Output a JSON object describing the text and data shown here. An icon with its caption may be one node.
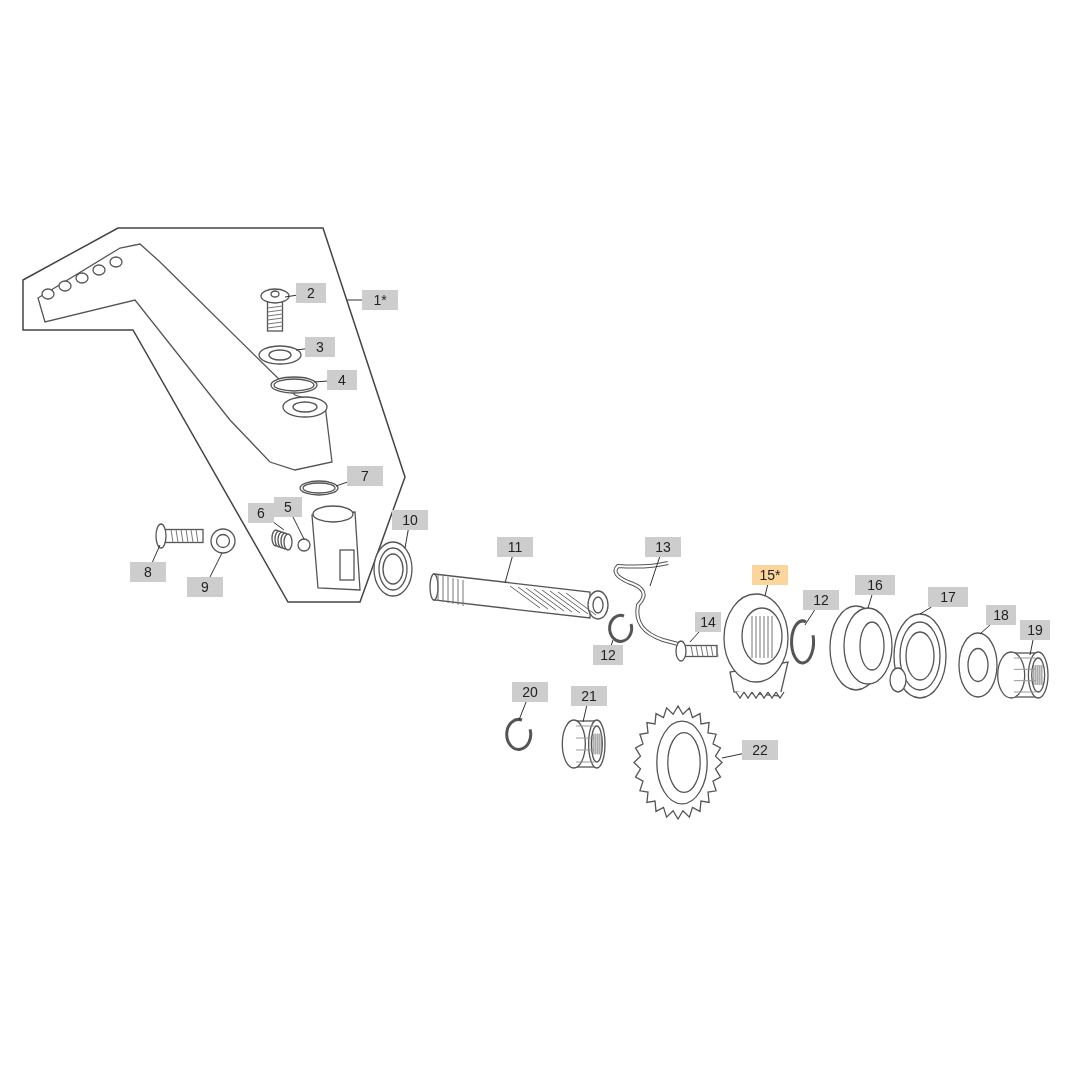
{
  "diagram": {
    "nodes": [
      {
        "text": [],
        "shape": "picture"
      },
      {
        "text": [
          "1*"
        ]
      },
      {
        "text": [
          "2"
        ],
        "in": 0
      },
      {
        "text": [
          "3"
        ],
        "in": 0
      },
      {
        "text": [
          "4"
        ],
        "in": 0
      },
      {
        "text": [
          "5"
        ],
        "in": 0
      },
      {
        "text": [
          "6"
        ],
        "in": 0
      },
      {
        "text": [
          "7"
        ],
        "in": 0
      },
      {
        "text": [
          "8"
        ]
      },
      {
        "text": [
          "9"
        ]
      },
      {
        "text": [
          "10"
        ]
      },
      {
        "text": [
          "11"
        ]
      },
      {
        "text": [
          "12"
        ]
      },
      {
        "text": [
          "13"
        ]
      },
      {
        "text": [
          "14"
        ]
      },
      {
        "text": [
          "15*"
        ]
      },
      {
        "text": [
          "12"
        ]
      },
      {
        "text": [
          "16"
        ]
      },
      {
        "text": [
          "17"
        ]
      },
      {
        "text": [
          "18"
        ]
      },
      {
        "text": [
          "19"
        ]
      },
      {
        "text": [
          "20"
        ]
      },
      {
        "text": [
          "21"
        ]
      },
      {
        "text": [
          "22"
        ]
      },
      {
        "text": [],
        "shape": "picture",
        "in": 0
      },
      {
        "text": [],
        "shape": "picture",
        "in": 0
      },
      {
        "text": [],
        "shape": "picture",
        "in": 0
      },
      {
        "text": [],
        "shape": "circle",
        "in": 0
      },
      {
        "text": [],
        "shape": "picture",
        "in": 0
      },
      {
        "text": [],
        "shape": "picture",
        "in": 0
      },
      {
        "text": [],
        "shape": "picture"
      },
      {
        "text": [],
        "shape": "picture"
      },
      {
        "text": [],
        "shape": "picture"
      },
      {
        "text": [],
        "shape": "picture"
      },
      {
        "text": [],
        "shape": "picture"
      },
      {
        "text": [],
        "shape": "picture"
      },
      {
        "text": [],
        "shape": "picture"
      },
      {
        "text": [],
        "shape": "picture"
      },
      {
        "text": [],
        "shape": "picture"
      },
      {
        "text": [],
        "shape": "picture"
      },
      {
        "text": [],
        "shape": "picture"
      },
      {
        "text": [],
        "shape": "picture"
      },
      {
        "text": [],
        "shape": "picture"
      },
      {
        "text": [],
        "shape": "picture"
      },
      {
        "text": [],
        "shape": "picture"
      },
      {
        "text": [],
        "shape": "picture"
      }
    ],
    "edges": [
      {
        "from": 1,
        "to": 0,
        "arrow": "none"
      },
      {
        "from": 2,
        "to": 24,
        "arrow": "none"
      },
      {
        "from": 3,
        "to": 25,
        "arrow": "none"
      },
      {
        "from": 4,
        "to": 26,
        "arrow": "none"
      },
      {
        "from": 5,
        "to": 27,
        "arrow": "none"
      },
      {
        "from": 6,
        "to": 28,
        "arrow": "none"
      },
      {
        "from": 7,
        "to": 29,
        "arrow": "none"
      },
      {
        "from": 8,
        "to": 30,
        "arrow": "none"
      },
      {
        "from": 9,
        "to": 31,
        "arrow": "none"
      },
      {
        "from": 10,
        "to": 32,
        "arrow": "none"
      },
      {
        "from": 11,
        "to": 33,
        "arrow": "none"
      },
      {
        "from": 12,
        "to": 34,
        "arrow": "none"
      },
      {
        "from": 13,
        "to": 35,
        "arrow": "none"
      },
      {
        "from": 14,
        "to": 36,
        "arrow": "none"
      },
      {
        "from": 15,
        "to": 37,
        "arrow": "none"
      },
      {
        "from": 16,
        "to": 38,
        "arrow": "none"
      },
      {
        "from": 17,
        "to": 39,
        "arrow": "none"
      },
      {
        "from": 18,
        "to": 40,
        "arrow": "none"
      },
      {
        "from": 19,
        "to": 41,
        "arrow": "none"
      },
      {
        "from": 20,
        "to": 42,
        "arrow": "none"
      },
      {
        "from": 21,
        "to": 43,
        "arrow": "none"
      },
      {
        "from": 22,
        "to": 44,
        "arrow": "none"
      },
      {
        "from": 23,
        "to": 45,
        "arrow": "none"
      }
    ]
  }
}
